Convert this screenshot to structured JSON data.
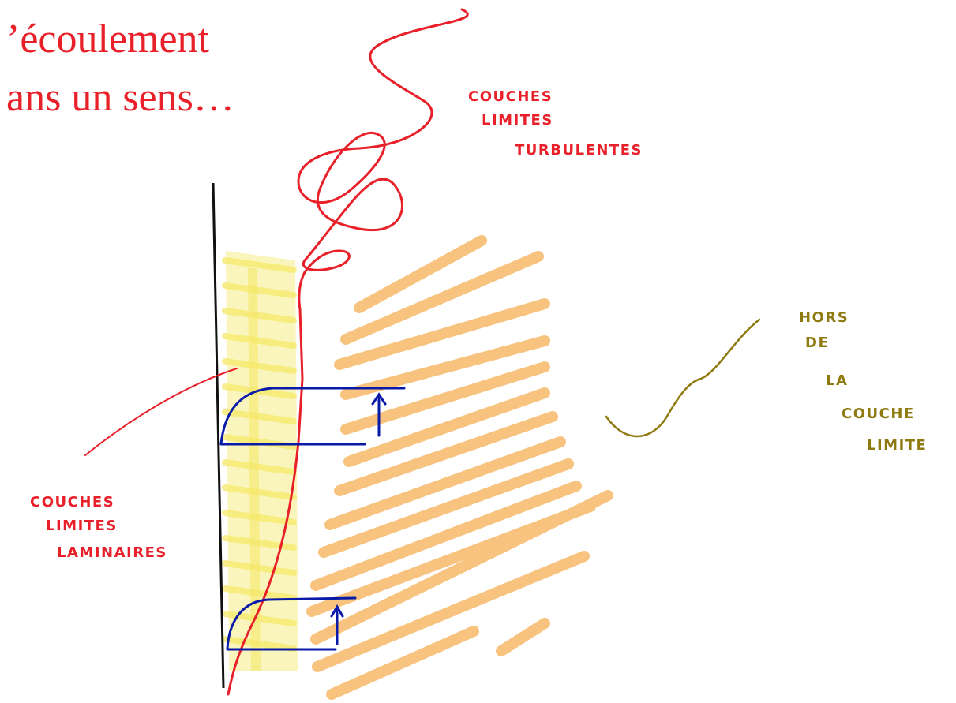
{
  "title": {
    "line1": "’écoulement",
    "line2": "ans un sens…"
  },
  "labels": {
    "turbulent": [
      "COUCHES",
      "LIMITES",
      "TURBULENTES"
    ],
    "laminar": [
      "COUCHES",
      "LIMITES",
      "LAMINAIRES"
    ],
    "outside": [
      "HORS",
      "DE",
      "LA",
      "COUCHE",
      "LIMITE"
    ]
  },
  "colors": {
    "title": "#e8202a",
    "red_ink": "#e8202a",
    "blue_ink": "#0a1aa8",
    "wall": "#111111",
    "yellow_highlight": "#f5e86a",
    "orange_hatch": "#f7c37e",
    "olive_ink": "#8f7a10"
  }
}
